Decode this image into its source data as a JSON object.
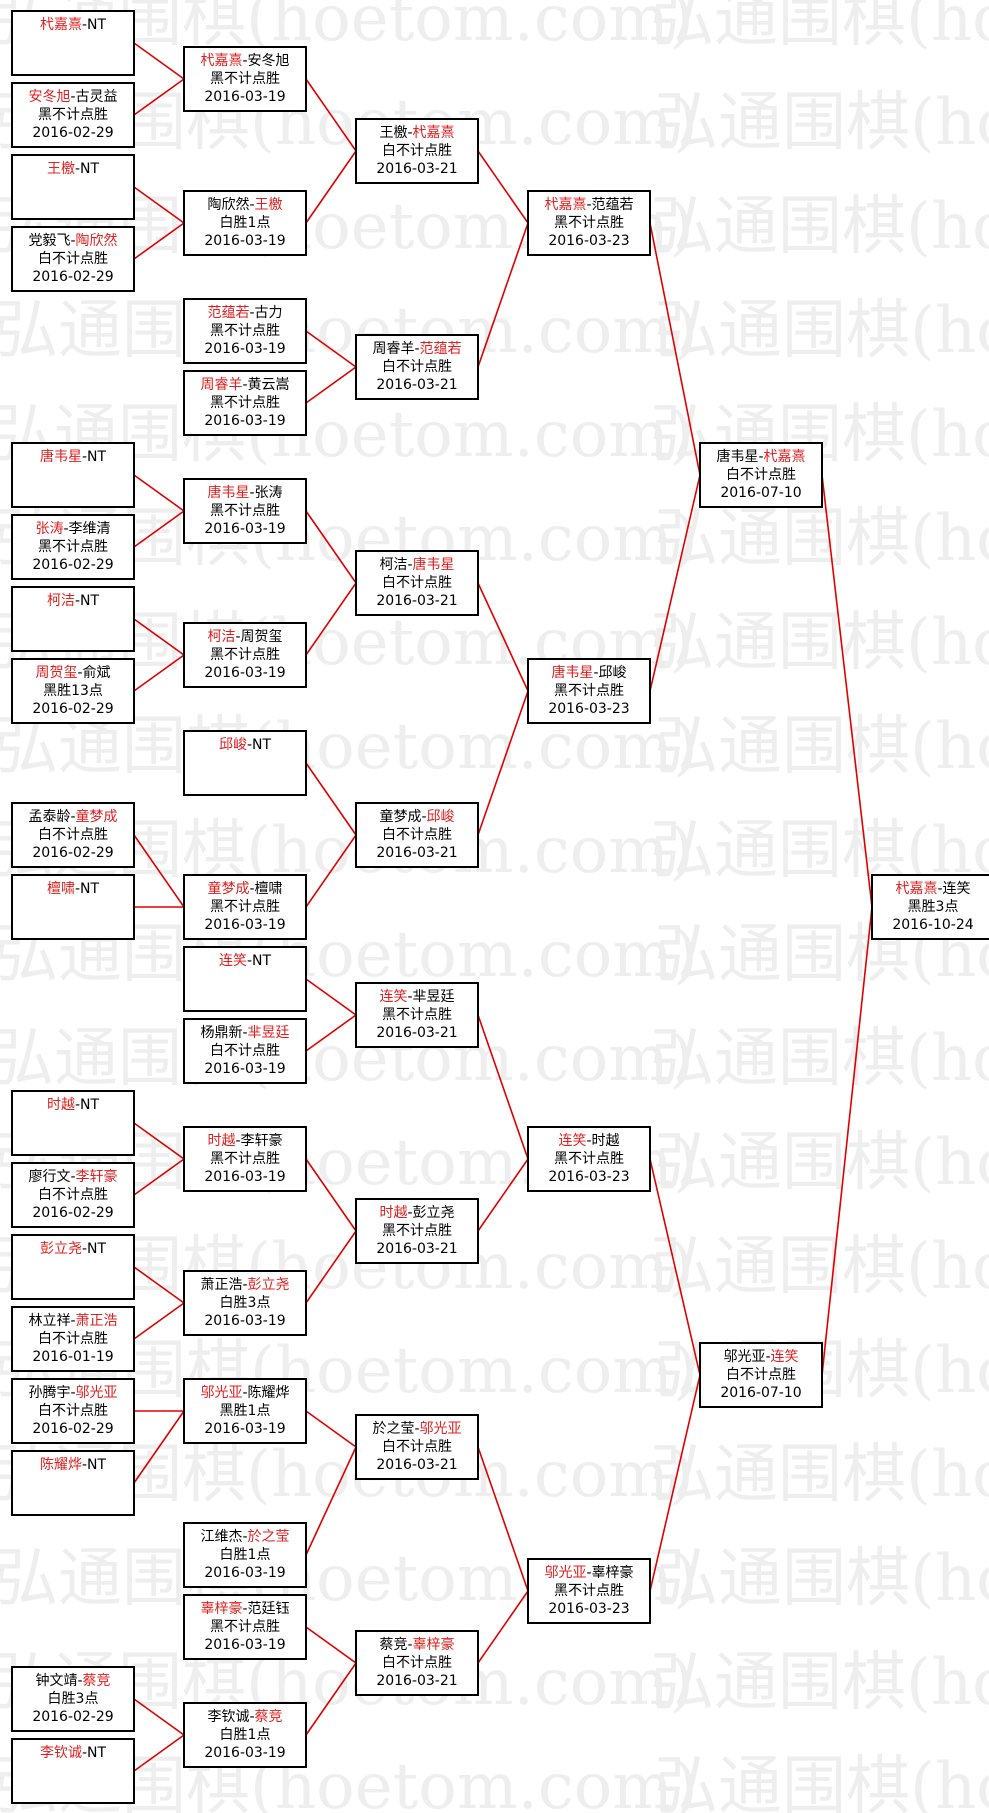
{
  "watermark": "弘通围棋(hoetom.com)",
  "colors": {
    "winner": "#e02020",
    "line": "#e00000",
    "border": "#000000"
  },
  "bracket": {
    "r1": [
      {
        "p1": "杙嘉熹",
        "p2": "NT",
        "winner": 1,
        "result": "",
        "date": ""
      },
      {
        "p1": "安冬旭",
        "p2": "古灵益",
        "winner": 1,
        "result": "黑不计点胜",
        "date": "2016-02-29"
      },
      {
        "p1": "王檄",
        "p2": "NT",
        "winner": 1,
        "result": "",
        "date": ""
      },
      {
        "p1": "党毅飞",
        "p2": "陶欣然",
        "winner": 2,
        "result": "白不计点胜",
        "date": "2016-02-29"
      },
      {
        "p1": "唐韦星",
        "p2": "NT",
        "winner": 1,
        "result": "",
        "date": ""
      },
      {
        "p1": "张涛",
        "p2": "李维清",
        "winner": 1,
        "result": "黑不计点胜",
        "date": "2016-02-29"
      },
      {
        "p1": "柯洁",
        "p2": "NT",
        "winner": 1,
        "result": "",
        "date": ""
      },
      {
        "p1": "周贺玺",
        "p2": "俞斌",
        "winner": 1,
        "result": "黑胜13点",
        "date": "2016-02-29"
      },
      {
        "p1": "孟泰龄",
        "p2": "童梦成",
        "winner": 2,
        "result": "白不计点胜",
        "date": "2016-02-29"
      },
      {
        "p1": "檀啸",
        "p2": "NT",
        "winner": 1,
        "result": "",
        "date": ""
      },
      {
        "p1": "时越",
        "p2": "NT",
        "winner": 1,
        "result": "",
        "date": ""
      },
      {
        "p1": "廖行文",
        "p2": "李轩豪",
        "winner": 2,
        "result": "白不计点胜",
        "date": "2016-02-29"
      },
      {
        "p1": "彭立尧",
        "p2": "NT",
        "winner": 1,
        "result": "",
        "date": ""
      },
      {
        "p1": "林立祥",
        "p2": "萧正浩",
        "winner": 2,
        "result": "白不计点胜",
        "date": "2016-01-19"
      },
      {
        "p1": "孙腾宇",
        "p2": "邬光亚",
        "winner": 2,
        "result": "白不计点胜",
        "date": "2016-02-29"
      },
      {
        "p1": "陈耀烨",
        "p2": "NT",
        "winner": 1,
        "result": "",
        "date": ""
      },
      {
        "p1": "钟文靖",
        "p2": "蔡竞",
        "winner": 2,
        "result": "白胜3点",
        "date": "2016-02-29"
      },
      {
        "p1": "李钦诚",
        "p2": "NT",
        "winner": 1,
        "result": "",
        "date": ""
      }
    ],
    "r2": [
      {
        "p1": "杙嘉熹",
        "p2": "安冬旭",
        "winner": 1,
        "result": "黑不计点胜",
        "date": "2016-03-19"
      },
      {
        "p1": "陶欣然",
        "p2": "王檄",
        "winner": 2,
        "result": "白胜1点",
        "date": "2016-03-19"
      },
      {
        "p1": "范蕴若",
        "p2": "古力",
        "winner": 1,
        "result": "黑不计点胜",
        "date": "2016-03-19"
      },
      {
        "p1": "周睿羊",
        "p2": "黄云嵩",
        "winner": 1,
        "result": "黑不计点胜",
        "date": "2016-03-19"
      },
      {
        "p1": "唐韦星",
        "p2": "张涛",
        "winner": 1,
        "result": "黑不计点胜",
        "date": "2016-03-19"
      },
      {
        "p1": "柯洁",
        "p2": "周贺玺",
        "winner": 1,
        "result": "黑不计点胜",
        "date": "2016-03-19"
      },
      {
        "p1": "邱峻",
        "p2": "NT",
        "winner": 1,
        "result": "",
        "date": ""
      },
      {
        "p1": "童梦成",
        "p2": "檀啸",
        "winner": 1,
        "result": "黑不计点胜",
        "date": "2016-03-19"
      },
      {
        "p1": "连笑",
        "p2": "NT",
        "winner": 1,
        "result": "",
        "date": ""
      },
      {
        "p1": "杨鼎新",
        "p2": "芈昱廷",
        "winner": 2,
        "result": "白不计点胜",
        "date": "2016-03-19"
      },
      {
        "p1": "时越",
        "p2": "李轩豪",
        "winner": 1,
        "result": "黑不计点胜",
        "date": "2016-03-19"
      },
      {
        "p1": "萧正浩",
        "p2": "彭立尧",
        "winner": 2,
        "result": "白胜3点",
        "date": "2016-03-19"
      },
      {
        "p1": "邬光亚",
        "p2": "陈耀烨",
        "winner": 1,
        "result": "黑胜1点",
        "date": "2016-03-19"
      },
      {
        "p1": "江维杰",
        "p2": "於之莹",
        "winner": 2,
        "result": "白胜1点",
        "date": "2016-03-19"
      },
      {
        "p1": "辜梓豪",
        "p2": "范廷钰",
        "winner": 1,
        "result": "黑不计点胜",
        "date": "2016-03-19"
      },
      {
        "p1": "李钦诚",
        "p2": "蔡竞",
        "winner": 2,
        "result": "白胜1点",
        "date": "2016-03-19"
      }
    ],
    "r3": [
      {
        "p1": "王檄",
        "p2": "杙嘉熹",
        "winner": 2,
        "result": "白不计点胜",
        "date": "2016-03-21"
      },
      {
        "p1": "周睿羊",
        "p2": "范蕴若",
        "winner": 2,
        "result": "白不计点胜",
        "date": "2016-03-21"
      },
      {
        "p1": "柯洁",
        "p2": "唐韦星",
        "winner": 2,
        "result": "白不计点胜",
        "date": "2016-03-21"
      },
      {
        "p1": "童梦成",
        "p2": "邱峻",
        "winner": 2,
        "result": "白不计点胜",
        "date": "2016-03-21"
      },
      {
        "p1": "连笑",
        "p2": "芈昱廷",
        "winner": 1,
        "result": "黑不计点胜",
        "date": "2016-03-21"
      },
      {
        "p1": "时越",
        "p2": "彭立尧",
        "winner": 1,
        "result": "黑不计点胜",
        "date": "2016-03-21"
      },
      {
        "p1": "於之莹",
        "p2": "邬光亚",
        "winner": 2,
        "result": "白不计点胜",
        "date": "2016-03-21"
      },
      {
        "p1": "蔡竞",
        "p2": "辜梓豪",
        "winner": 2,
        "result": "白不计点胜",
        "date": "2016-03-21"
      }
    ],
    "r4": [
      {
        "p1": "杙嘉熹",
        "p2": "范蕴若",
        "winner": 1,
        "result": "黑不计点胜",
        "date": "2016-03-23"
      },
      {
        "p1": "唐韦星",
        "p2": "邱峻",
        "winner": 1,
        "result": "黑不计点胜",
        "date": "2016-03-23"
      },
      {
        "p1": "连笑",
        "p2": "时越",
        "winner": 1,
        "result": "黑不计点胜",
        "date": "2016-03-23"
      },
      {
        "p1": "邬光亚",
        "p2": "辜梓豪",
        "winner": 1,
        "result": "黑不计点胜",
        "date": "2016-03-23"
      }
    ],
    "r5": [
      {
        "p1": "唐韦星",
        "p2": "杙嘉熹",
        "winner": 2,
        "result": "白不计点胜",
        "date": "2016-07-10"
      },
      {
        "p1": "邬光亚",
        "p2": "连笑",
        "winner": 2,
        "result": "白不计点胜",
        "date": "2016-07-10"
      }
    ],
    "r6": [
      {
        "p1": "杙嘉熹",
        "p2": "连笑",
        "winner": 1,
        "result": "黑胜3点",
        "date": "2016-10-24"
      }
    ]
  }
}
